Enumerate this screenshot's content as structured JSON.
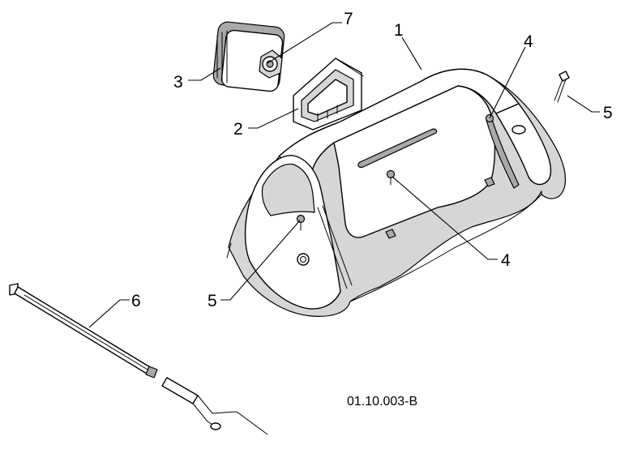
{
  "drawing_id": "01.10.003-B",
  "callouts": [
    {
      "label": "1"
    },
    {
      "label": "2"
    },
    {
      "label": "3"
    },
    {
      "label": "4"
    },
    {
      "label": "4"
    },
    {
      "label": "5"
    },
    {
      "label": "5"
    },
    {
      "label": "6"
    },
    {
      "label": "7"
    }
  ]
}
